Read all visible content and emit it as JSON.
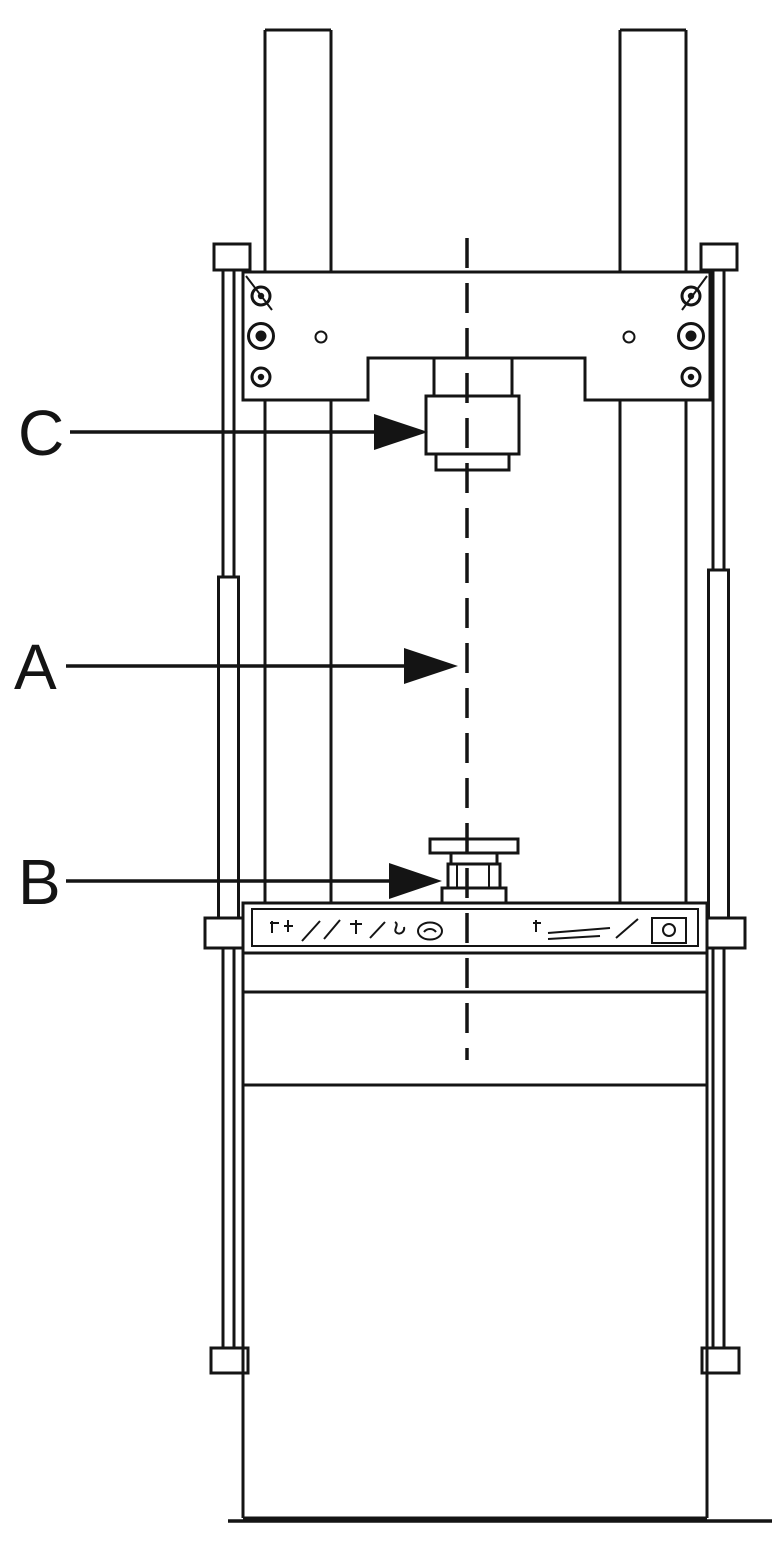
{
  "colors": {
    "ink": "#141414",
    "background": "#ffffff"
  },
  "labels": {
    "a": "A",
    "b": "B",
    "c": "C"
  },
  "icons": {
    "panel_left_group": "safety-pictogram-strip",
    "panel_right_group": "instruction-pictogram-strip"
  }
}
